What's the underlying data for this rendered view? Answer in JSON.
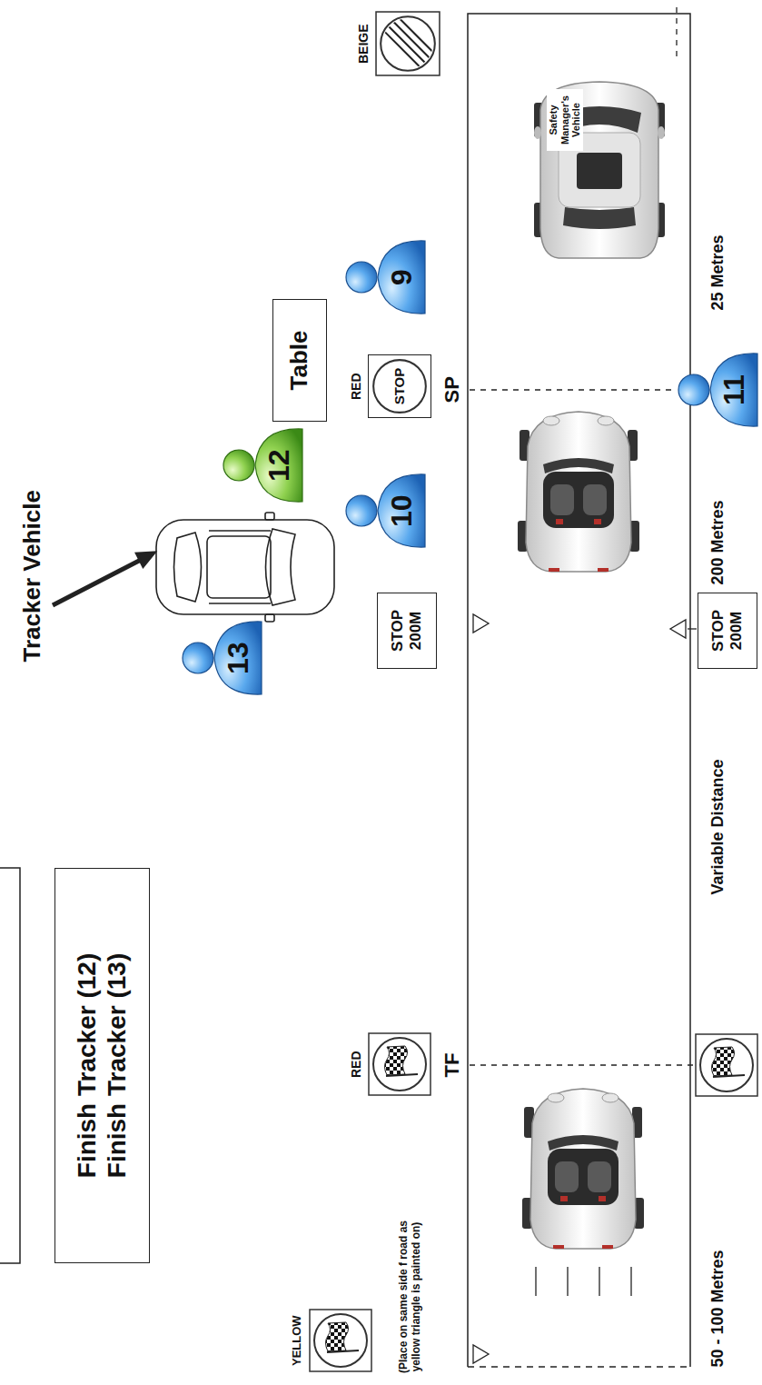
{
  "diagram": {
    "nodes": [
      {
        "text": [
          "Finish Tracker (12)",
          "Finish Tracker (13)"
        ]
      },
      {
        "text": [
          "Table"
        ]
      },
      {
        "text": [
          "STOP"
        ]
      },
      {
        "text": [
          "STOP 200M"
        ]
      },
      {
        "text": [
          "STOP 200M"
        ]
      }
    ],
    "labels": [
      "Tracker Vehicle",
      "13",
      "12",
      "10",
      "9",
      "11",
      "RED",
      "RED",
      "BEIGE",
      "SP",
      "TF",
      "Safety Manager's Vehicle",
      "25 Metres",
      "200 Metres",
      "Variable Distance",
      "50 - 100 Metres",
      "YELLOW",
      "(Place on same side f road as yellow triangle is painted on)"
    ]
  }
}
